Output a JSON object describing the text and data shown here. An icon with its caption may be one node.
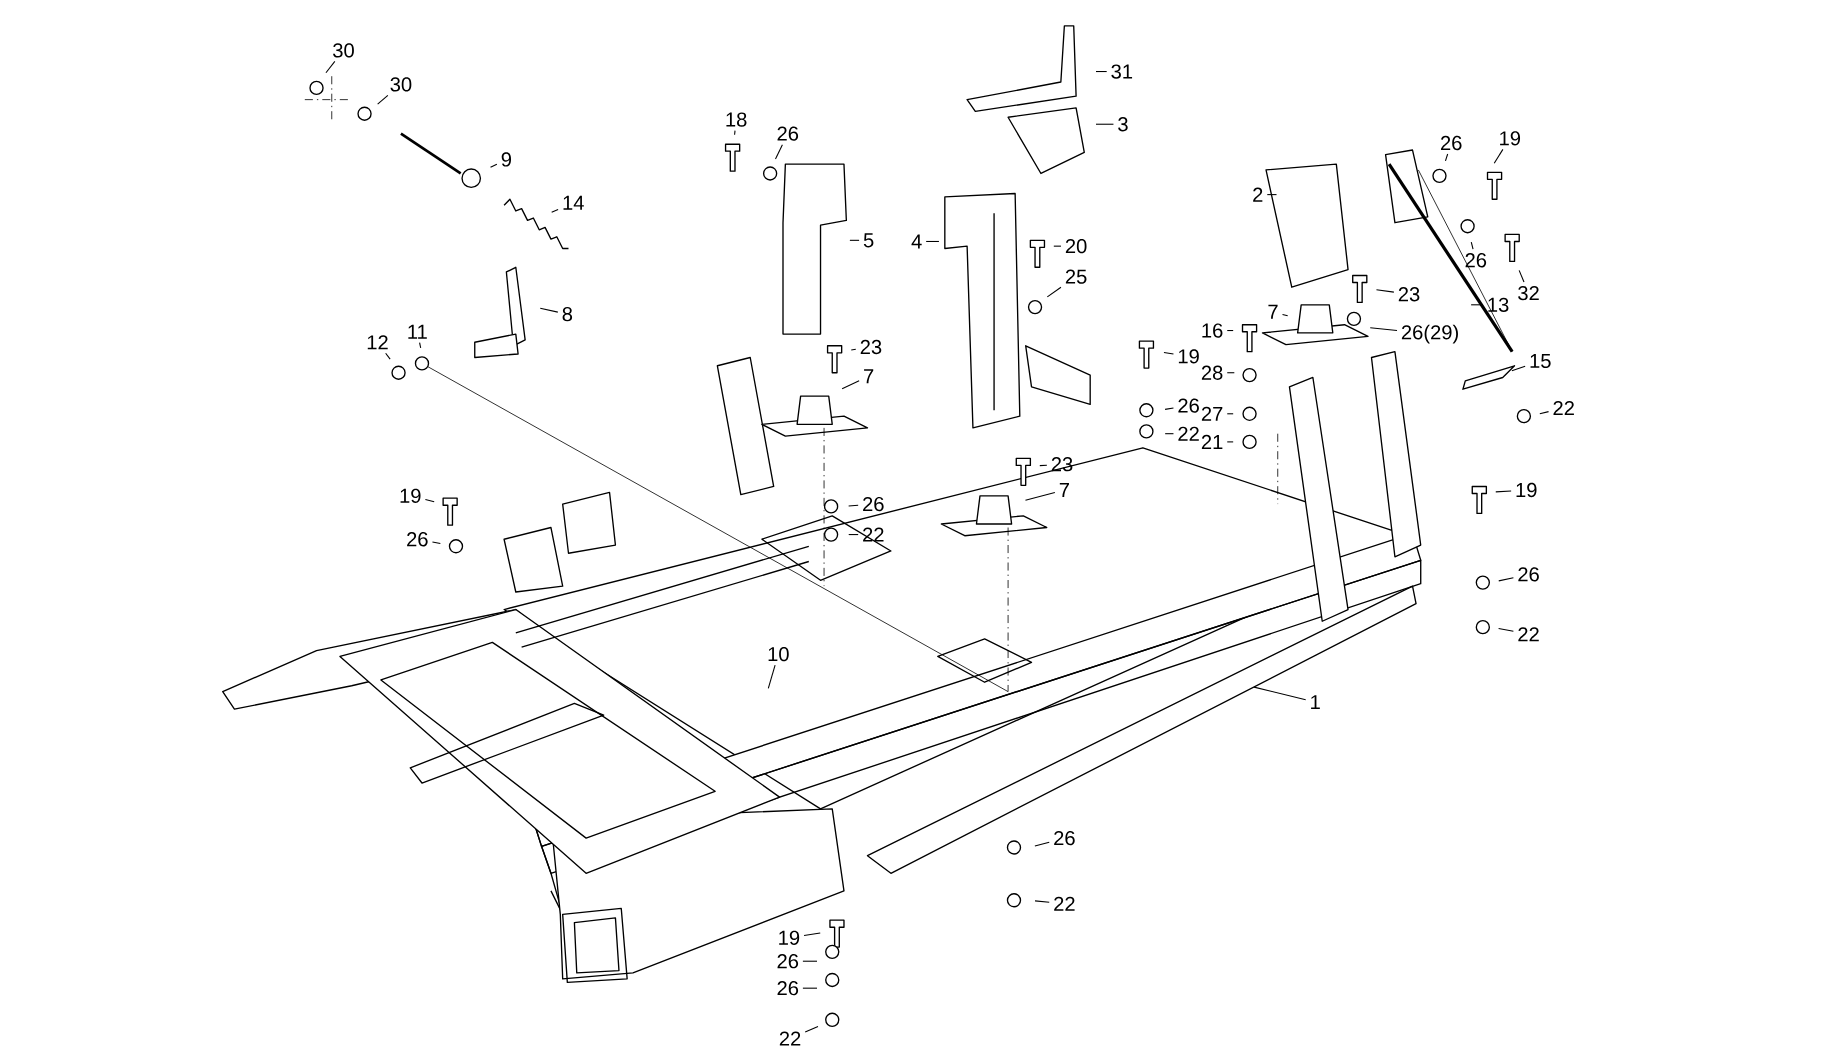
{
  "diagram": {
    "nodes": [
      {
        "text": [
          "30"
        ]
      },
      {
        "text": [
          "30"
        ]
      },
      {
        "text": [
          "9"
        ]
      },
      {
        "text": [
          "14"
        ]
      },
      {
        "text": [
          "8"
        ]
      },
      {
        "text": [
          "12"
        ]
      },
      {
        "text": [
          "11"
        ]
      },
      {
        "text": [
          "18"
        ]
      },
      {
        "text": [
          "26"
        ]
      },
      {
        "text": [
          "5"
        ]
      },
      {
        "text": [
          "23"
        ]
      },
      {
        "text": [
          "7"
        ]
      },
      {
        "text": [
          "31"
        ]
      },
      {
        "text": [
          "3"
        ]
      },
      {
        "text": [
          "4"
        ]
      },
      {
        "text": [
          "20"
        ]
      },
      {
        "text": [
          "25"
        ]
      },
      {
        "text": [
          "2"
        ]
      },
      {
        "text": [
          "26"
        ]
      },
      {
        "text": [
          "19"
        ]
      },
      {
        "text": [
          "26"
        ]
      },
      {
        "text": [
          "32"
        ]
      },
      {
        "text": [
          "23"
        ]
      },
      {
        "text": [
          "26(29)"
        ]
      },
      {
        "text": [
          "13"
        ]
      },
      {
        "text": [
          "7"
        ]
      },
      {
        "text": [
          "16"
        ]
      },
      {
        "text": [
          "28"
        ]
      },
      {
        "text": [
          "27"
        ]
      },
      {
        "text": [
          "21"
        ]
      },
      {
        "text": [
          "15"
        ]
      },
      {
        "text": [
          "22"
        ]
      },
      {
        "text": [
          "19"
        ]
      },
      {
        "text": [
          "26"
        ]
      },
      {
        "text": [
          "22"
        ]
      },
      {
        "text": [
          "23"
        ]
      },
      {
        "text": [
          "7"
        ]
      },
      {
        "text": [
          "26"
        ]
      },
      {
        "text": [
          "22"
        ]
      },
      {
        "text": [
          "19"
        ]
      },
      {
        "text": [
          "26"
        ]
      },
      {
        "text": [
          "22"
        ]
      },
      {
        "text": [
          "19"
        ]
      },
      {
        "text": [
          "26"
        ]
      },
      {
        "text": [
          "10"
        ]
      },
      {
        "text": [
          "1"
        ]
      },
      {
        "text": [
          "26"
        ]
      },
      {
        "text": [
          "22"
        ]
      },
      {
        "text": [
          "19"
        ]
      },
      {
        "text": [
          "26"
        ]
      },
      {
        "text": [
          "26"
        ]
      },
      {
        "text": [
          "22"
        ]
      }
    ],
    "edges": [
      {
        "from": 0,
        "to": null,
        "arrow": "none"
      },
      {
        "from": 1,
        "to": null,
        "arrow": "none"
      },
      {
        "from": 2,
        "to": null,
        "arrow": "none"
      },
      {
        "from": 3,
        "to": null,
        "arrow": "none"
      },
      {
        "from": 4,
        "to": null,
        "arrow": "none"
      },
      {
        "from": 5,
        "to": null,
        "arrow": "none"
      },
      {
        "from": 6,
        "to": null,
        "arrow": "none"
      },
      {
        "from": 7,
        "to": null,
        "arrow": "none"
      },
      {
        "from": 8,
        "to": null,
        "arrow": "none"
      },
      {
        "from": 9,
        "to": null,
        "arrow": "none"
      },
      {
        "from": 10,
        "to": null,
        "arrow": "none"
      },
      {
        "from": 11,
        "to": null,
        "arrow": "none"
      },
      {
        "from": 12,
        "to": null,
        "arrow": "none"
      },
      {
        "from": 13,
        "to": null,
        "arrow": "none"
      },
      {
        "from": 14,
        "to": null,
        "arrow": "none"
      },
      {
        "from": 15,
        "to": null,
        "arrow": "none"
      },
      {
        "from": 16,
        "to": null,
        "arrow": "none"
      },
      {
        "from": 17,
        "to": null,
        "arrow": "none"
      },
      {
        "from": 18,
        "to": null,
        "arrow": "none"
      },
      {
        "from": 19,
        "to": null,
        "arrow": "none"
      },
      {
        "from": 20,
        "to": null,
        "arrow": "none"
      },
      {
        "from": 21,
        "to": null,
        "arrow": "none"
      },
      {
        "from": 22,
        "to": null,
        "arrow": "none"
      },
      {
        "from": 23,
        "to": null,
        "arrow": "none"
      },
      {
        "from": 24,
        "to": null,
        "arrow": "none"
      },
      {
        "from": 25,
        "to": null,
        "arrow": "none"
      },
      {
        "from": 26,
        "to": null,
        "arrow": "none"
      },
      {
        "from": 27,
        "to": null,
        "arrow": "none"
      },
      {
        "from": 28,
        "to": null,
        "arrow": "none"
      },
      {
        "from": 29,
        "to": null,
        "arrow": "none"
      },
      {
        "from": 30,
        "to": null,
        "arrow": "none"
      },
      {
        "from": 31,
        "to": null,
        "arrow": "none"
      },
      {
        "from": 32,
        "to": null,
        "arrow": "none"
      },
      {
        "from": 33,
        "to": null,
        "arrow": "none"
      },
      {
        "from": 34,
        "to": null,
        "arrow": "none"
      },
      {
        "from": 35,
        "to": null,
        "arrow": "none"
      },
      {
        "from": 36,
        "to": null,
        "arrow": "none"
      },
      {
        "from": 37,
        "to": null,
        "arrow": "none"
      },
      {
        "from": 38,
        "to": null,
        "arrow": "none"
      },
      {
        "from": 39,
        "to": null,
        "arrow": "none"
      },
      {
        "from": 40,
        "to": null,
        "arrow": "none"
      },
      {
        "from": 41,
        "to": null,
        "arrow": "none"
      },
      {
        "from": 42,
        "to": null,
        "arrow": "none"
      },
      {
        "from": 43,
        "to": null,
        "arrow": "none"
      },
      {
        "from": 44,
        "to": null,
        "arrow": "none"
      },
      {
        "from": 45,
        "to": null,
        "arrow": "none"
      },
      {
        "from": 46,
        "to": null,
        "arrow": "none"
      },
      {
        "from": 47,
        "to": null,
        "arrow": "none"
      },
      {
        "from": 48,
        "to": null,
        "arrow": "none"
      },
      {
        "from": 49,
        "to": null,
        "arrow": "none"
      },
      {
        "from": 50,
        "to": null,
        "arrow": "none"
      },
      {
        "from": 51,
        "to": null,
        "arrow": "none"
      }
    ]
  }
}
